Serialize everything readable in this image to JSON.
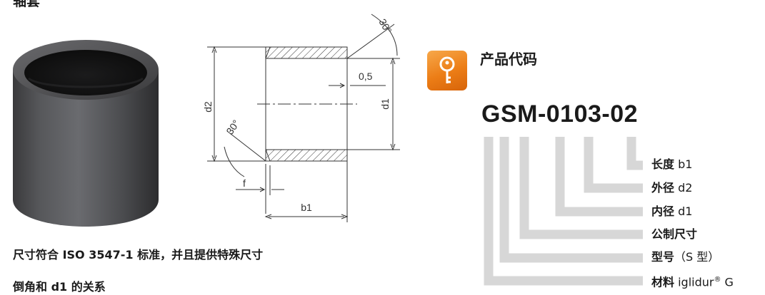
{
  "heading": "轴套",
  "drawing": {
    "label_d2": "d2",
    "label_d1": "d1",
    "label_b1": "b1",
    "label_f": "f",
    "label_chamfer_top": "30°",
    "label_chamfer_bottom": "30°",
    "label_gap": "0,5"
  },
  "notes": {
    "line1": "尺寸符合 ISO 3547-1 标准，并且提供特殊尺寸",
    "line2": "倒角和 d1 的关系"
  },
  "product_code": {
    "icon": "key-icon",
    "title": "产品代码",
    "number": "GSM-0103-02",
    "legend": [
      {
        "zh": "长度",
        "value": " b1"
      },
      {
        "zh": "外径",
        "value": " d2"
      },
      {
        "zh": "内径",
        "value": " d1"
      },
      {
        "zh": "公制尺寸",
        "value": ""
      },
      {
        "zh": "型号",
        "value": "（S 型）"
      },
      {
        "zh": "材料",
        "value": " iglidur",
        "sup": "®",
        "tail": " G"
      }
    ]
  },
  "colors": {
    "accent_orange": "#ec7d16",
    "connector_grey": "#d7d7d7"
  }
}
